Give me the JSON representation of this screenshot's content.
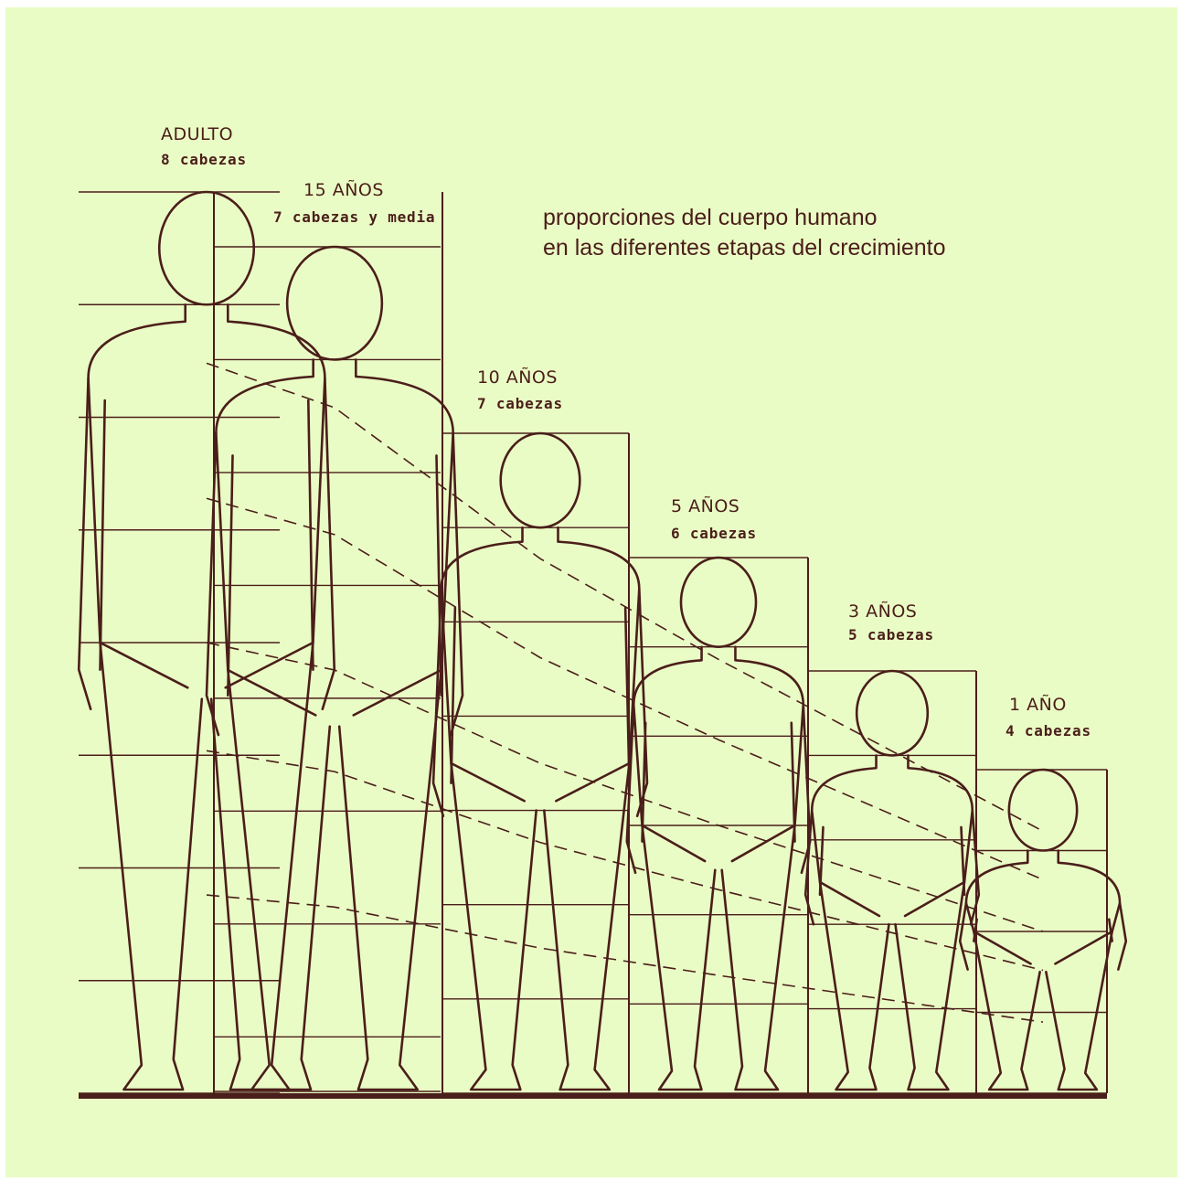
{
  "title": {
    "line1": "proporciones del cuerpo humano",
    "line2": "en las diferentes etapas del crecimiento"
  },
  "stages": [
    {
      "age": "ADULTO",
      "heads_label": "8 cabezas",
      "heads": 8
    },
    {
      "age": "15 AÑOS",
      "heads_label": "7 cabezas y media",
      "heads": 7.5
    },
    {
      "age": "10 AÑOS",
      "heads_label": "7 cabezas",
      "heads": 7
    },
    {
      "age": "5 AÑOS",
      "heads_label": "6 cabezas",
      "heads": 6
    },
    {
      "age": "3 AÑOS",
      "heads_label": "5 cabezas",
      "heads": 5
    },
    {
      "age": "1 AÑO",
      "heads_label": "4 cabezas",
      "heads": 4
    }
  ],
  "colors": {
    "background": "#eafcc5",
    "ink": "#4a1e1a"
  }
}
